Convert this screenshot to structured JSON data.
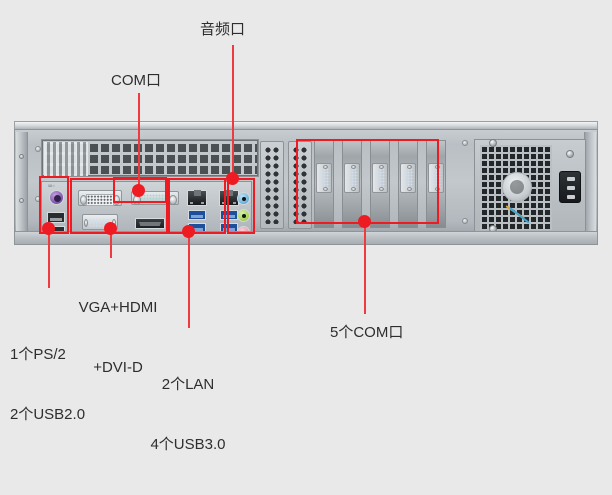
{
  "image": {
    "subject": "2U rackmount industrial server rear I/O panel",
    "background_color": "#e9e9e9",
    "annotation_color": "#ee1c22",
    "text_color": "#2e2e2e"
  },
  "annotations": [
    {
      "id": "com-port",
      "label": "COM口",
      "position": "top-left",
      "target": "onboard-db9-serial-port"
    },
    {
      "id": "audio-port",
      "label": "音频口",
      "position": "top-center",
      "target": "audio-jack-cluster"
    },
    {
      "id": "ps2-usb2",
      "label": "1个PS/2\n2个USB2.0",
      "line1": "1个PS/2",
      "line2": "2个USB2.0",
      "position": "bottom-left",
      "target": "ps2-and-usb2-cluster"
    },
    {
      "id": "video-out",
      "label": "VGA+HDMI\n+DVI-D",
      "line1": "VGA+HDMI",
      "line2": "+DVI-D",
      "position": "bottom-left-2",
      "target": "video-output-cluster"
    },
    {
      "id": "lan-usb3",
      "label": "2个LAN\n4个USB3.0",
      "line1": "2个LAN",
      "line2": "4个USB3.0",
      "position": "bottom-center",
      "target": "lan-and-usb3-cluster"
    },
    {
      "id": "com-expansion",
      "label": "5个COM口",
      "position": "bottom-right",
      "target": "expansion-slot-db9-ports"
    }
  ],
  "panel": {
    "vent_rect_label": "rectangular-vent-grille",
    "vent_round_label": "round-hole-vent-grille",
    "io_shield_label": "motherboard-io-shield",
    "ports": {
      "ps2": {
        "name": "PS/2 keyboard/mouse port",
        "count": 1,
        "color": "#7b53a8"
      },
      "usb2": {
        "name": "USB 2.0 port",
        "count": 2,
        "color": "#2a2d30"
      },
      "dvi": {
        "name": "DVI-D port",
        "count": 1,
        "color": "#eceff0"
      },
      "vga": {
        "name": "VGA port",
        "count": 1,
        "color": "#2f6ec0"
      },
      "hdmi": {
        "name": "HDMI port",
        "count": 1,
        "color": "#1d2023",
        "marking": "HDMI"
      },
      "com_onboard": {
        "name": "onboard COM serial port",
        "count": 1,
        "color": "#2e6b63"
      },
      "lan": {
        "name": "RJ45 LAN port",
        "count": 2,
        "color": "#17191b"
      },
      "usb3": {
        "name": "USB 3.0 port",
        "count": 4,
        "color": "#1d4f9c"
      },
      "audio": {
        "name": "audio jacks",
        "count": 3,
        "jacks": [
          {
            "name": "line-in",
            "color": "#6fb4dd"
          },
          {
            "name": "line-out",
            "color": "#a8d657"
          },
          {
            "name": "microphone",
            "color": "#e79fb0"
          }
        ]
      },
      "com_expansion": {
        "name": "expansion-card COM serial port",
        "count": 5,
        "color": "#2f63b5"
      },
      "power_inlet": {
        "name": "IEC C14 AC power inlet",
        "count": 1,
        "color": "#17191b"
      }
    },
    "psu": {
      "name": "power supply unit",
      "fan": "exhaust fan grille"
    },
    "expansion_slot_count": 5,
    "blank_slot_count": 2
  }
}
